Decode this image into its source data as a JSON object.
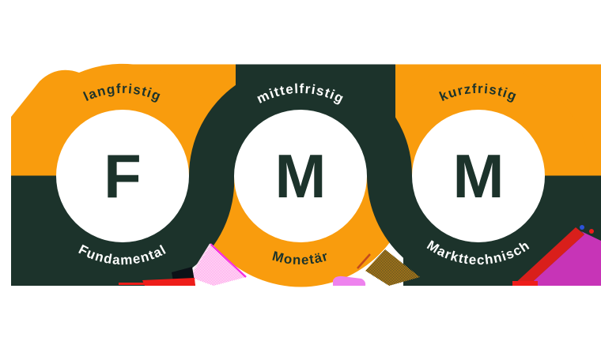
{
  "diagram": {
    "badges": [
      {
        "letter": "F",
        "top_label": "langfristig",
        "bottom_label": "Fundamental"
      },
      {
        "letter": "M",
        "top_label": "mittelfristig",
        "bottom_label": "Monetär"
      },
      {
        "letter": "M",
        "top_label": "kurzfristig",
        "bottom_label": "Markttechnisch"
      }
    ],
    "colors": {
      "orange": "#F99C0D",
      "dark": "#1C332B",
      "white": "#FFFFFF",
      "letter": "#1C332B"
    },
    "artifact_colors": {
      "pink": "#FF8AE4",
      "pale_pink": "#FFD9F3",
      "magenta": "#F734DF",
      "violet": "#EE82EE",
      "red": "#EE1D1A",
      "rust": "#C2491D",
      "blue": "#2C52D8",
      "black": "#0B1117"
    }
  }
}
